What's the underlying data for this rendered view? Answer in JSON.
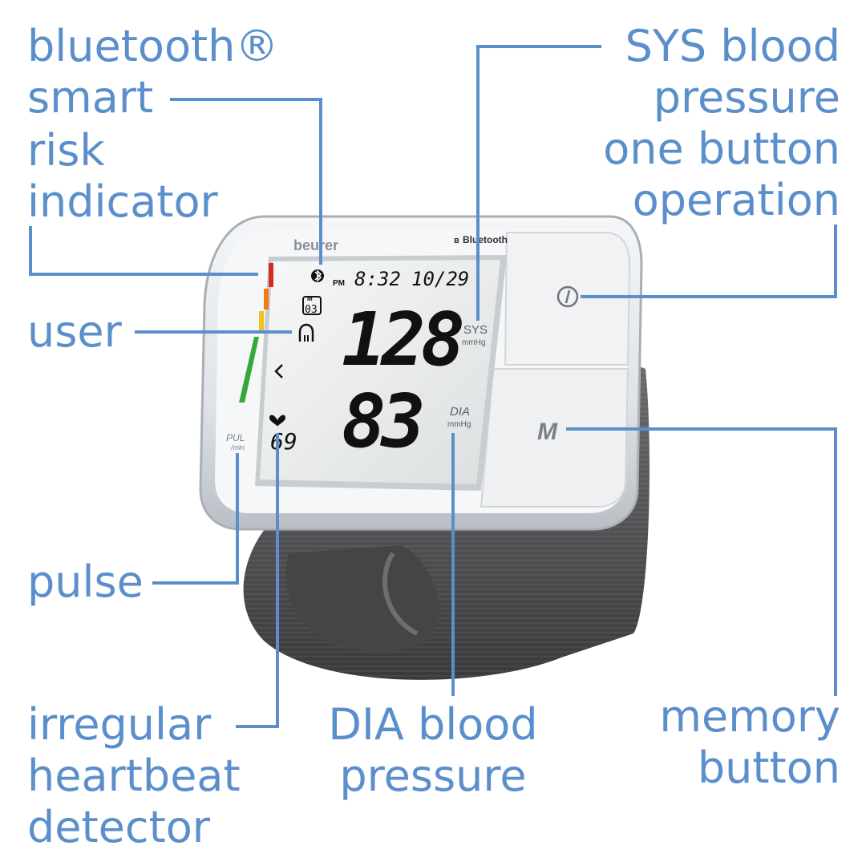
{
  "device": {
    "brand": "beurer",
    "bluetooth_badge": "Bluetooth",
    "time": "8:32",
    "am_pm": "PM",
    "date": "10/29",
    "memory_indicator": "M",
    "memory_user": "03",
    "sys_value": "128",
    "dia_value": "83",
    "pulse_value": "69",
    "sys_label": "SYS",
    "dia_label": "DIA",
    "unit": "mmHg",
    "pul_label": "PUL",
    "pul_unit": "/min",
    "m_button": "M",
    "risk_colors": [
      "#d62b1f",
      "#ef7d14",
      "#f4c21a",
      "#35a83b"
    ]
  },
  "callouts": {
    "bluetooth_smart": [
      "bluetooth®",
      "smart"
    ],
    "risk_indicator": [
      "risk",
      "indicator"
    ],
    "user": [
      "user"
    ],
    "pulse": [
      "pulse"
    ],
    "irregular_heartbeat": [
      "irregular",
      "heartbeat",
      "detector"
    ],
    "dia_bp": [
      "DIA blood",
      "pressure"
    ],
    "sys_bp": [
      "SYS blood",
      "pressure",
      "one button",
      "operation"
    ],
    "memory_button": [
      "memory",
      "button"
    ]
  },
  "colors": {
    "callout": "#5b8fcb"
  }
}
